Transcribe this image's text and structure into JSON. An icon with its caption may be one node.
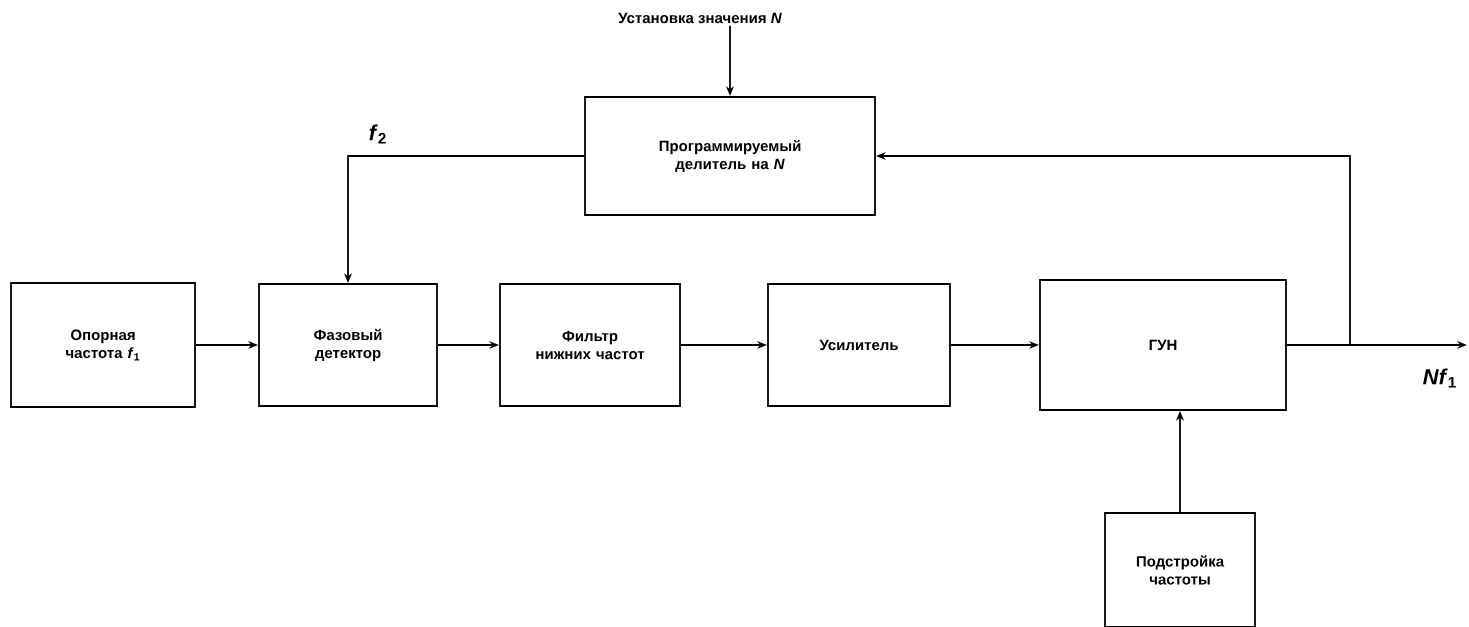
{
  "diagram": {
    "nodes": [
      {
        "text": [
          "Опорная частота *f*$_{1}$"
        ]
      },
      {
        "text": [
          "Фазовый детектор"
        ]
      },
      {
        "text": [
          "Фильтр нижних частот"
        ]
      },
      {
        "text": [
          "Усилитель"
        ]
      },
      {
        "text": [
          "ГУН"
        ]
      },
      {
        "text": [
          "Программируемый делитель на *N*"
        ]
      },
      {
        "text": [
          "Подстройка частоты"
        ]
      },
      {
        "text": [
          "Установка значения *N*"
        ]
      },
      {
        "text": [
          "*Nf*$_{1}$"
        ]
      }
    ],
    "edges": [
      {
        "from": 0,
        "to": 1,
        "arrow": "to"
      },
      {
        "from": 1,
        "to": 2,
        "arrow": "to"
      },
      {
        "from": 2,
        "to": 3,
        "arrow": "to"
      },
      {
        "from": 3,
        "to": 4,
        "arrow": "to"
      },
      {
        "from": 4,
        "to": 5,
        "arrow": "to"
      },
      {
        "from": 4,
        "to": 8,
        "arrow": "to"
      },
      {
        "from": 5,
        "to": 1,
        "arrow": "to"
      },
      {
        "from": 7,
        "to": 5,
        "arrow": "to"
      },
      {
        "from": 6,
        "to": 4,
        "arrow": "to"
      }
    ],
    "labels": [
      "*f*$_{2}$"
    ]
  }
}
